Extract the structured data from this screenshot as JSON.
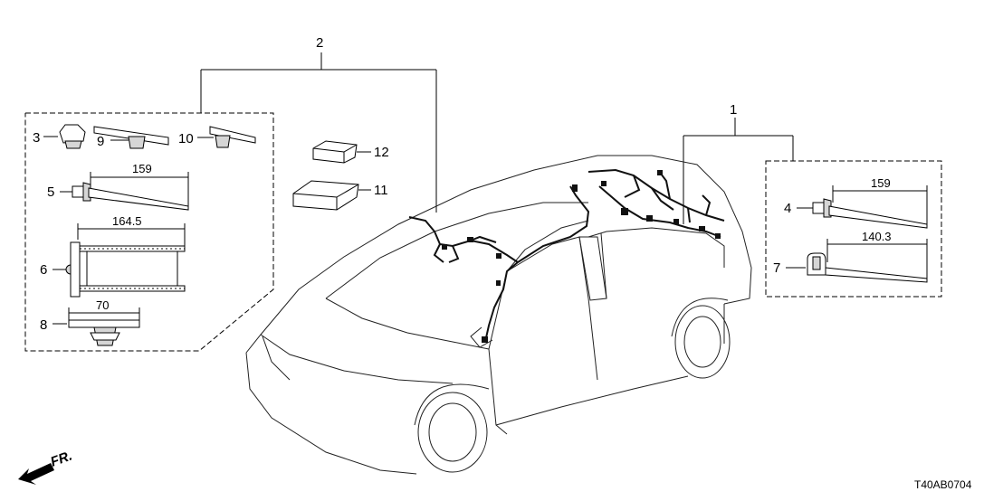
{
  "callouts": {
    "c1": "1",
    "c2": "2",
    "c3": "3",
    "c4": "4",
    "c5": "5",
    "c6": "6",
    "c7": "7",
    "c8": "8",
    "c9": "9",
    "c10": "10",
    "c11": "11",
    "c12": "12"
  },
  "dimensions": {
    "d5": "159",
    "d6": "164.5",
    "d8": "70",
    "d4": "159",
    "d7": "140.3"
  },
  "direction_label": "FR.",
  "diagram_code": "T40AB0704"
}
